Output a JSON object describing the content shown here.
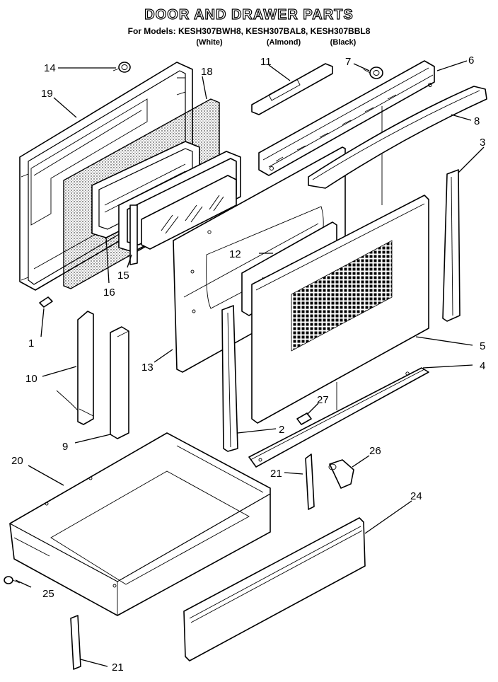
{
  "title": "DOOR AND DRAWER PARTS",
  "models_line": "For Models: KESH307BWH8, KESH307BAL8, KESH307BBL8",
  "colors": [
    "(White)",
    "(Almond)",
    "(Black)"
  ],
  "callouts": {
    "c1": "1",
    "c2": "2",
    "c3": "3",
    "c4": "4",
    "c5": "5",
    "c6": "6",
    "c7": "7",
    "c8": "8",
    "c9": "9",
    "c10": "10",
    "c11": "11",
    "c12": "12",
    "c13": "13",
    "c14": "14",
    "c15": "15",
    "c16": "16",
    "c18": "18",
    "c19": "19",
    "c20": "20",
    "c21a": "21",
    "c21b": "21",
    "c24": "24",
    "c25": "25",
    "c26": "26",
    "c27": "27"
  }
}
